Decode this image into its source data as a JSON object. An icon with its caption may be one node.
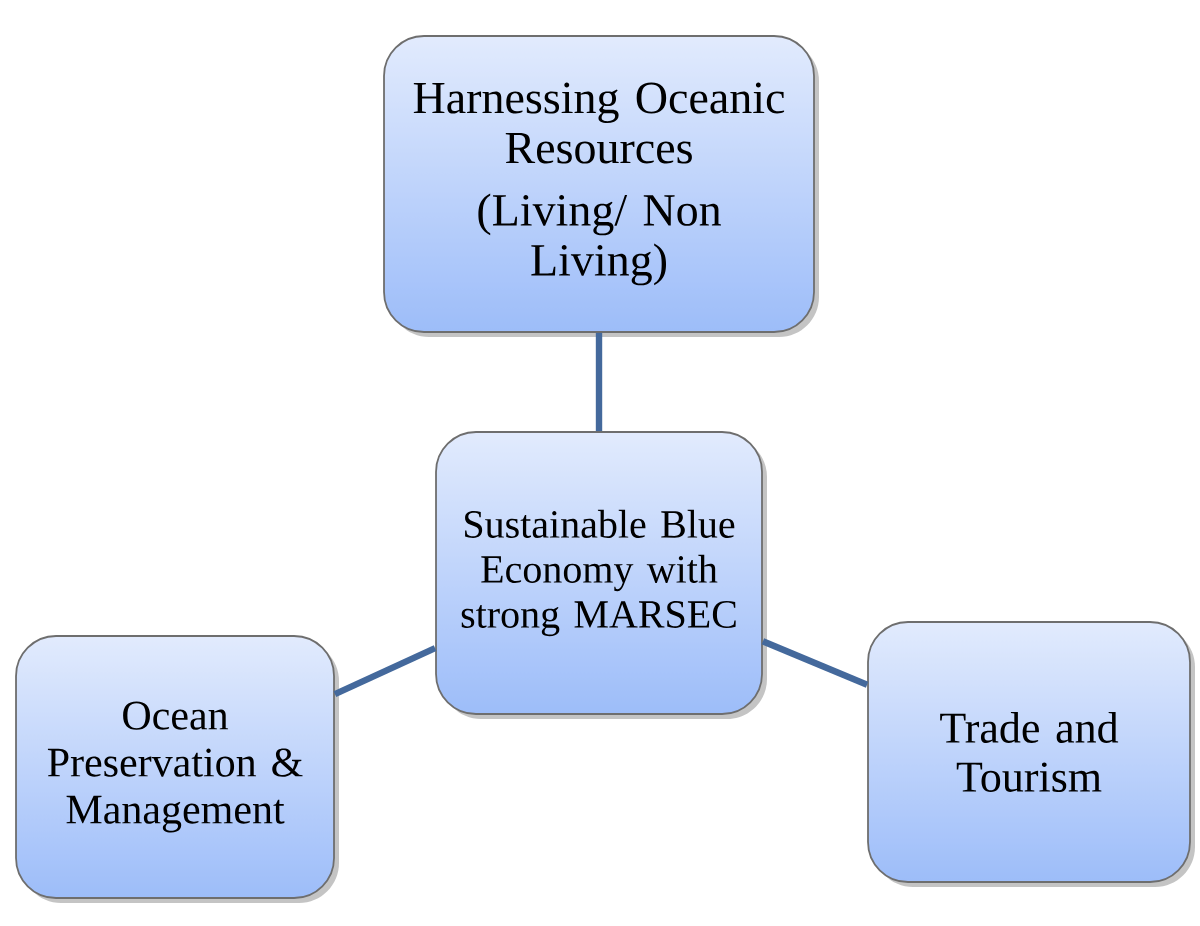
{
  "diagram": {
    "nodes": [
      {
        "text": [
          "Harnessing Oceanic Resources",
          "(Living/ Non Living)"
        ]
      },
      {
        "text": [
          "Sustainable Blue Economy with strong MARSEC"
        ]
      },
      {
        "text": [
          "Ocean Preservation & Management"
        ]
      },
      {
        "text": [
          "Trade and Tourism"
        ]
      }
    ],
    "edges": [
      {
        "from": 1,
        "to": 0,
        "arrow": "none"
      },
      {
        "from": 1,
        "to": 2,
        "arrow": "none"
      },
      {
        "from": 1,
        "to": 3,
        "arrow": "none"
      }
    ]
  }
}
